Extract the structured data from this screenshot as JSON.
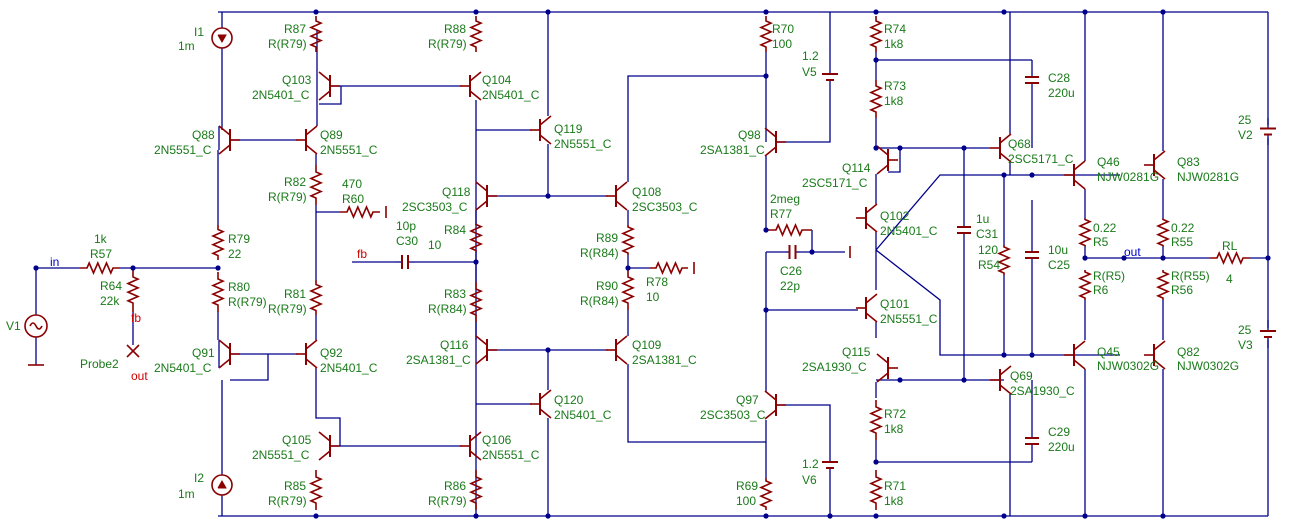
{
  "colors": {
    "wire": "#00008b",
    "part": "#8b0000",
    "label": "#1a7a1a",
    "net": "#0000cc",
    "probe": "#cc0000"
  },
  "nets": {
    "in": "in",
    "out": "out",
    "fb": "fb",
    "probe_fb": "fb",
    "probe_out": "out"
  },
  "labels": {
    "I1": [
      "I1",
      "1m"
    ],
    "I2": [
      "I2",
      "1m"
    ],
    "V1": [
      "V1"
    ],
    "V2": [
      "25",
      "V2"
    ],
    "V3": [
      "25",
      "V3"
    ],
    "V5": [
      "1.2",
      "V5"
    ],
    "V6": [
      "1.2",
      "V6"
    ],
    "R57": [
      "1k",
      "R57"
    ],
    "R64": [
      "R64",
      "22k"
    ],
    "Probe2": [
      "Probe2"
    ],
    "R87": [
      "R87",
      "R(R79)"
    ],
    "R88": [
      "R88",
      "R(R79)"
    ],
    "Q103": [
      "Q103",
      "2N5401_C"
    ],
    "Q104": [
      "Q104",
      "2N5401_C"
    ],
    "Q88": [
      "Q88",
      "2N5551_C"
    ],
    "Q89": [
      "Q89",
      "2N5551_C"
    ],
    "R82": [
      "R82",
      "R(R79)"
    ],
    "R60": [
      "470",
      "R60"
    ],
    "R79": [
      "R79",
      "22"
    ],
    "R80": [
      "R80",
      "R(R79)"
    ],
    "R81": [
      "R81",
      "R(R79)"
    ],
    "Q91": [
      "Q91",
      "2N5401_C"
    ],
    "Q92": [
      "Q92",
      "2N5401_C"
    ],
    "Q105": [
      "Q105",
      "2N5551_C"
    ],
    "Q106": [
      "Q106",
      "2N5551_C"
    ],
    "R85": [
      "R85",
      "R(R79)"
    ],
    "R86": [
      "R86",
      "R(R79)"
    ],
    "Q119": [
      "Q119",
      "2N5551_C"
    ],
    "Q118": [
      "Q118",
      "2SC3503_C"
    ],
    "Q108": [
      "Q108",
      "2SC3503_C"
    ],
    "C30": [
      "10p",
      "C30"
    ],
    "R84": [
      "R84",
      "10"
    ],
    "R89": [
      "R89",
      "R(R84)"
    ],
    "R83": [
      "R83",
      "R(R84)"
    ],
    "R90": [
      "R90",
      "R(R84)"
    ],
    "R78": [
      "R78",
      "10"
    ],
    "Q116": [
      "Q116",
      "2SA1381_C"
    ],
    "Q109": [
      "Q109",
      "2SA1381_C"
    ],
    "Q120": [
      "Q120",
      "2N5401_C"
    ],
    "R70": [
      "R70",
      "100"
    ],
    "Q98": [
      "Q98",
      "2SA1381_C"
    ],
    "R77": [
      "2meg",
      "R77"
    ],
    "C26": [
      "C26",
      "22p"
    ],
    "Q97": [
      "Q97",
      "2SC3503_C"
    ],
    "R69": [
      "R69",
      "100"
    ],
    "R74": [
      "R74",
      "1k8"
    ],
    "R73": [
      "R73",
      "1k8"
    ],
    "C28": [
      "C28",
      "220u"
    ],
    "Q68": [
      "Q68",
      "2SC5171_C"
    ],
    "Q114": [
      "Q114",
      "2SC5171_C"
    ],
    "Q102": [
      "Q102",
      "2N5401_C"
    ],
    "C31": [
      "1u",
      "C31"
    ],
    "R54": [
      "120",
      "R54"
    ],
    "C25": [
      "10u",
      "C25"
    ],
    "Q101": [
      "Q101",
      "2N5551_C"
    ],
    "Q115": [
      "Q115",
      "2SA1930_C"
    ],
    "Q69": [
      "Q69",
      "2SA1930_C"
    ],
    "R72": [
      "R72",
      "1k8"
    ],
    "R71": [
      "R71",
      "1k8"
    ],
    "C29": [
      "C29",
      "220u"
    ],
    "Q46": [
      "Q46",
      "NJW0281G"
    ],
    "Q83": [
      "Q83",
      "NJW0281G"
    ],
    "R5": [
      "0.22",
      "R5"
    ],
    "R55": [
      "0.22",
      "R55"
    ],
    "R6": [
      "R(R5)",
      "R6"
    ],
    "R56": [
      "R(R55)",
      "R56"
    ],
    "Q45": [
      "Q45",
      "NJW0302G"
    ],
    "Q82": [
      "Q82",
      "NJW0302G"
    ],
    "RL": [
      "RL",
      "4"
    ]
  }
}
